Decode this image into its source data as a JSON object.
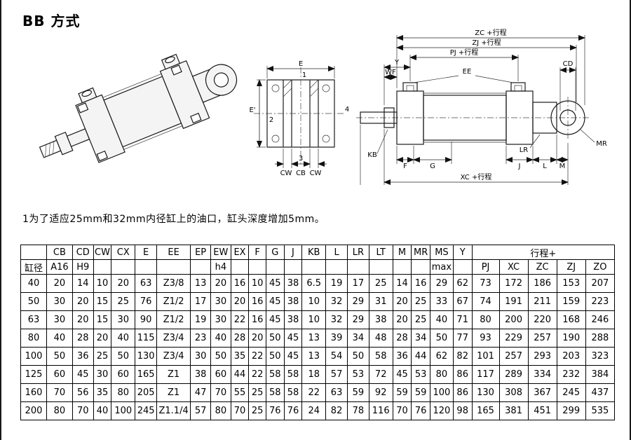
{
  "title": "BB 方式",
  "note": "1为了适应25mm和32mm内径缸上的油口，缸头深度增加5mm。",
  "drawings": {
    "end_view": {
      "e": "E",
      "e_prime": "E'",
      "p1": "1",
      "p2": "2",
      "p3": "3",
      "p4": "4",
      "cw_left": "CW",
      "cb": "CB",
      "cw_right": "CW"
    },
    "side_view": {
      "zc": "ZC +行程",
      "zj": "ZJ +行程",
      "pj": "PJ +行程",
      "y": "Y",
      "wf": "WF",
      "ee": "EE",
      "cd": "CD",
      "lr": "LR",
      "mr": "MR",
      "kb": "KB",
      "f": "F",
      "g": "G",
      "j": "J",
      "l": "L",
      "m": "M",
      "xc": "XC +行程"
    }
  },
  "table": {
    "corner_blank": "",
    "row_header": "缸径",
    "columns_top": [
      "CB",
      "CD",
      "CW",
      "CX",
      "E",
      "EE",
      "EP",
      "EW",
      "EX",
      "F",
      "G",
      "J",
      "KB",
      "L",
      "LR",
      "LT",
      "M",
      "MR",
      "MS",
      "Y"
    ],
    "columns_sub": [
      "A16",
      "H9",
      "",
      "",
      "",
      "",
      "",
      "h4",
      "",
      "",
      "",
      "",
      "",
      "",
      "",
      "",
      "",
      "",
      "max",
      ""
    ],
    "stroke_group": "行程+",
    "stroke_cols": [
      "PJ",
      "XC",
      "ZC",
      "ZJ",
      "ZO"
    ],
    "rows": [
      {
        "bore": "40",
        "values": [
          "20",
          "14",
          "10",
          "20",
          "63",
          "Z3/8",
          "13",
          "20",
          "16",
          "10",
          "45",
          "38",
          "6.5",
          "19",
          "17",
          "25",
          "14",
          "16",
          "29",
          "62",
          "73",
          "172",
          "186",
          "153",
          "207"
        ]
      },
      {
        "bore": "50",
        "values": [
          "30",
          "20",
          "15",
          "25",
          "76",
          "Z1/2",
          "17",
          "30",
          "20",
          "16",
          "45",
          "38",
          "10",
          "32",
          "29",
          "31",
          "20",
          "25",
          "33",
          "67",
          "74",
          "191",
          "211",
          "159",
          "223"
        ]
      },
      {
        "bore": "63",
        "values": [
          "30",
          "20",
          "15",
          "30",
          "90",
          "Z1/2",
          "19",
          "30",
          "22",
          "16",
          "45",
          "38",
          "10",
          "32",
          "29",
          "38",
          "20",
          "25",
          "40",
          "71",
          "80",
          "200",
          "220",
          "168",
          "246"
        ]
      },
      {
        "bore": "80",
        "values": [
          "40",
          "28",
          "20",
          "40",
          "115",
          "Z3/4",
          "23",
          "40",
          "28",
          "20",
          "50",
          "45",
          "13",
          "39",
          "34",
          "48",
          "28",
          "34",
          "50",
          "77",
          "93",
          "229",
          "257",
          "190",
          "288"
        ]
      },
      {
        "bore": "100",
        "values": [
          "50",
          "36",
          "25",
          "50",
          "130",
          "Z3/4",
          "30",
          "50",
          "35",
          "22",
          "50",
          "45",
          "13",
          "54",
          "50",
          "58",
          "36",
          "44",
          "62",
          "82",
          "101",
          "257",
          "293",
          "203",
          "323"
        ]
      },
      {
        "bore": "125",
        "values": [
          "60",
          "45",
          "30",
          "60",
          "165",
          "Z1",
          "38",
          "60",
          "44",
          "22",
          "58",
          "58",
          "18",
          "57",
          "53",
          "72",
          "45",
          "53",
          "80",
          "86",
          "117",
          "289",
          "334",
          "232",
          "384"
        ]
      },
      {
        "bore": "160",
        "values": [
          "70",
          "56",
          "35",
          "80",
          "205",
          "Z1",
          "47",
          "70",
          "55",
          "25",
          "58",
          "58",
          "22",
          "63",
          "59",
          "92",
          "59",
          "59",
          "100",
          "86",
          "130",
          "308",
          "367",
          "245",
          "437"
        ]
      },
      {
        "bore": "200",
        "values": [
          "80",
          "70",
          "40",
          "100",
          "245",
          "Z1.1/4",
          "57",
          "80",
          "70",
          "25",
          "76",
          "76",
          "24",
          "82",
          "78",
          "116",
          "70",
          "76",
          "120",
          "98",
          "165",
          "381",
          "451",
          "299",
          "535"
        ]
      }
    ]
  }
}
